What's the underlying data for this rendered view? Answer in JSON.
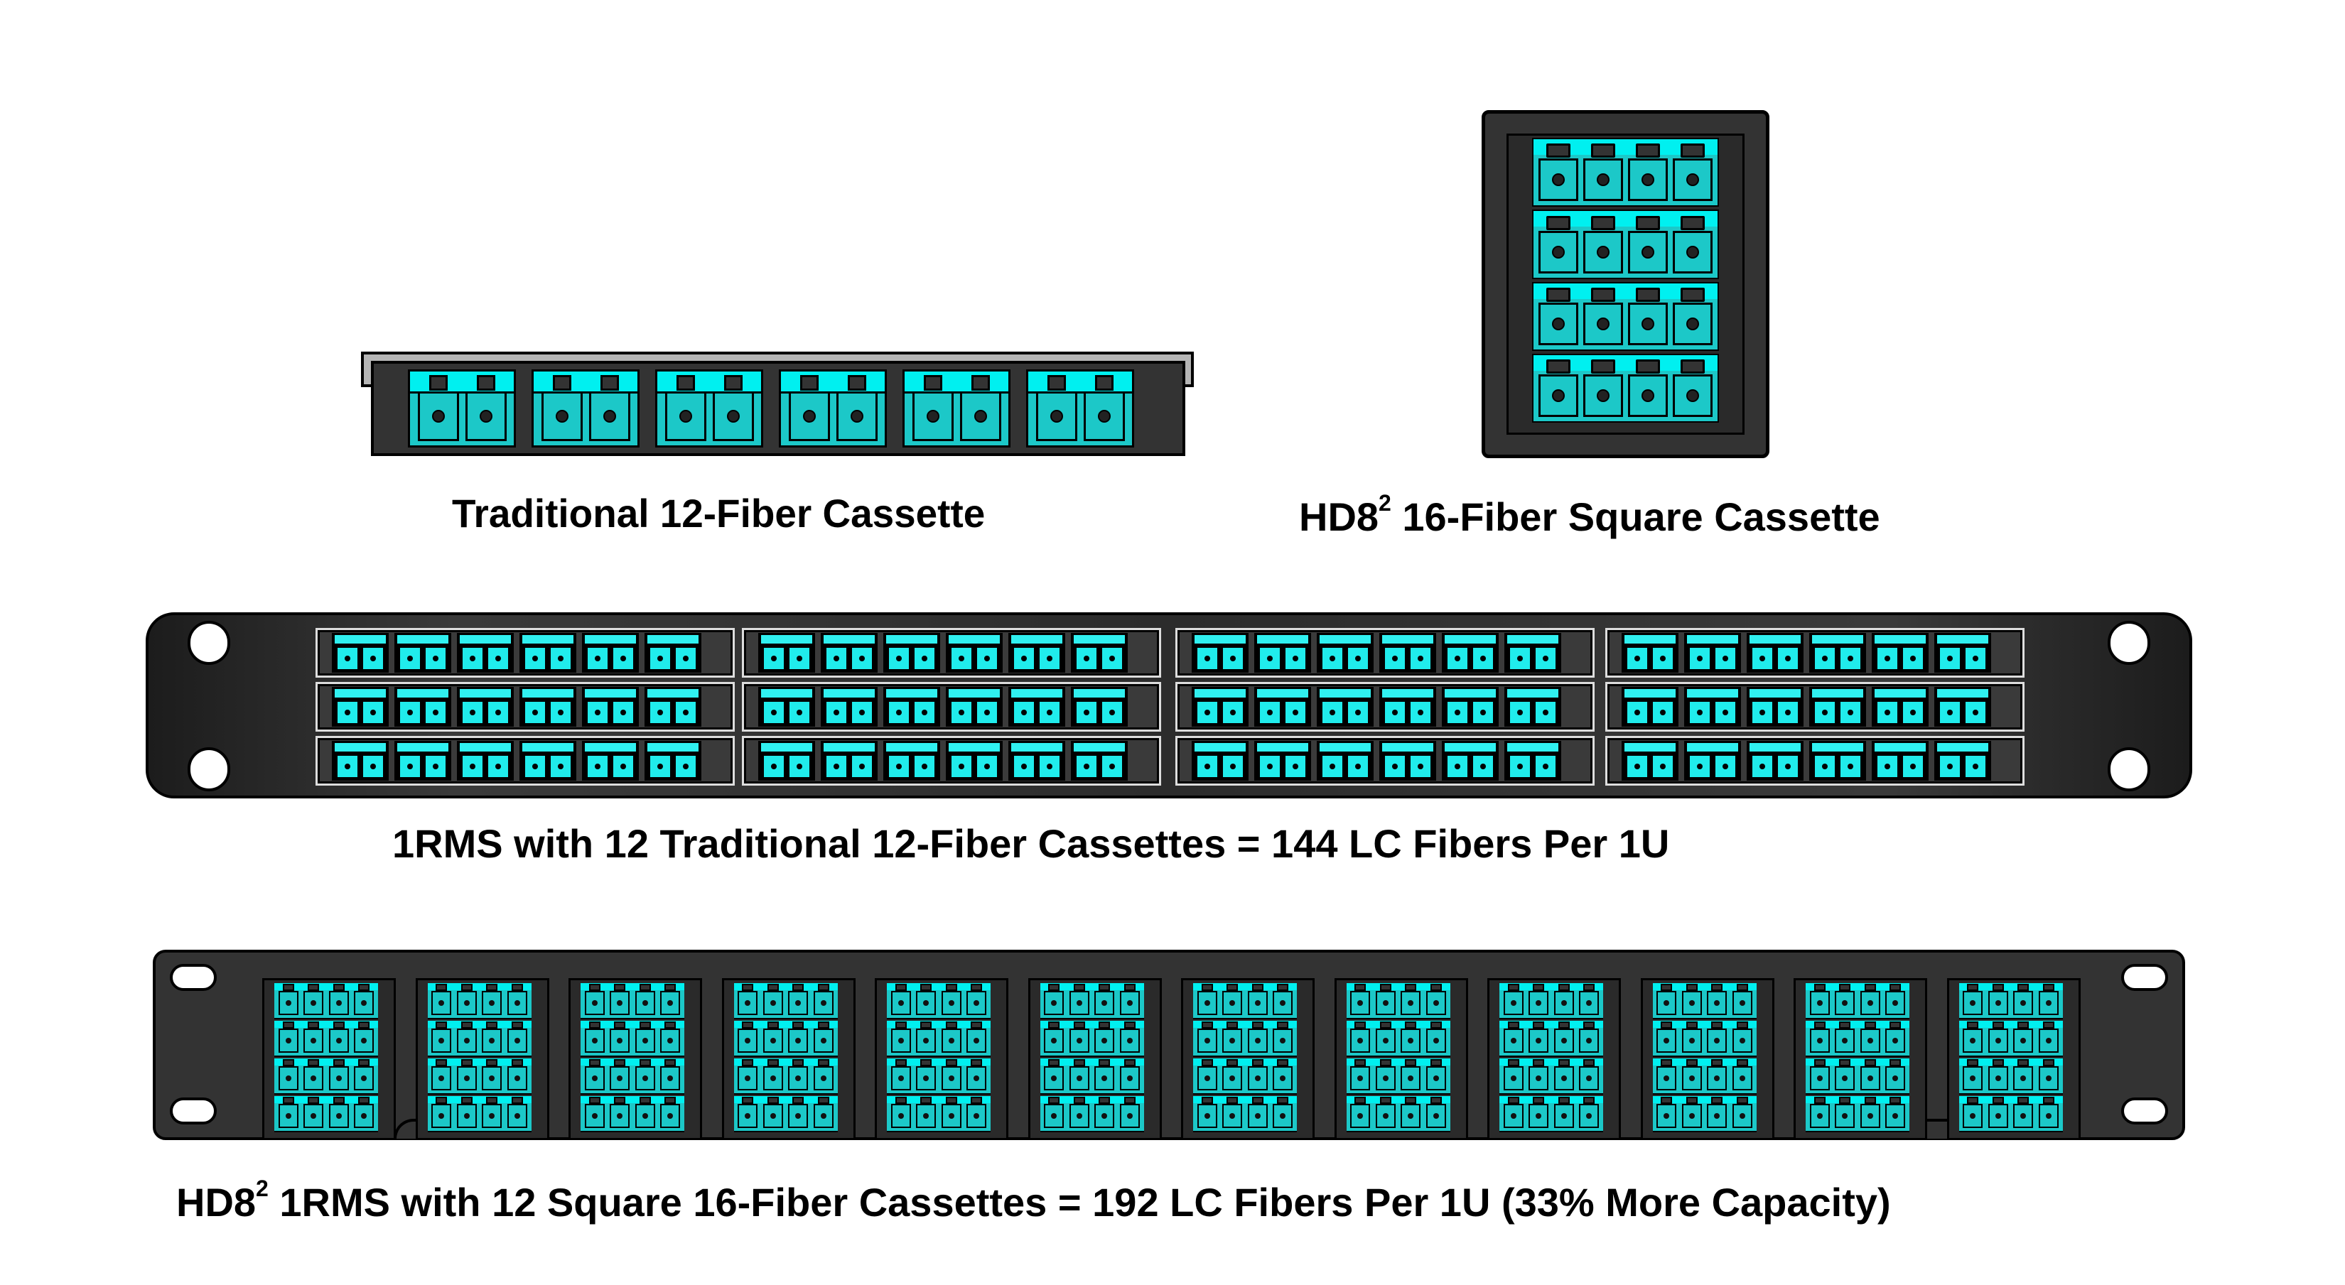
{
  "colors": {
    "teal": "#1CC8C8",
    "cyan_highlight": "#00F0F0",
    "panel_dark": "#333333",
    "outline": "#000000",
    "cassette_top_bar": "#B5B5B5"
  },
  "traditional_cassette": {
    "caption": "Traditional 12-Fiber Cassette",
    "duplex_adapters": 6,
    "fibers": 12
  },
  "square_cassette": {
    "caption_prefix": "HD8",
    "caption_sup": "2",
    "caption_suffix": " 16-Fiber Square Cassette",
    "rows": 4,
    "ports_per_row": 4,
    "fibers": 16
  },
  "panel_traditional": {
    "caption": "1RMS with 12 Traditional 12-Fiber Cassettes = 144 LC Fibers Per 1U",
    "bays": 4,
    "cassettes_per_bay": 3,
    "cassette_count": 12,
    "fibers_per_cassette": 12,
    "total_fibers": 144
  },
  "panel_square": {
    "caption_prefix": "HD8",
    "caption_sup": "2",
    "caption_suffix": " 1RMS with 12 Square 16-Fiber Cassettes = 192 LC Fibers Per 1U (33% More Capacity)",
    "cassette_count": 12,
    "fibers_per_cassette": 16,
    "total_fibers": 192,
    "capacity_gain": "33%"
  }
}
